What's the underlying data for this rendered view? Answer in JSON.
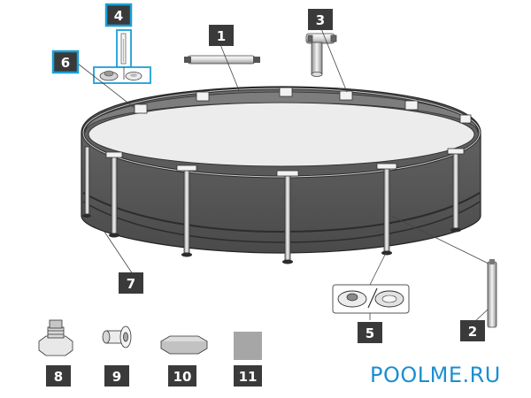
{
  "brand": {
    "text": "POOLME.RU",
    "color": "#1b8fd0"
  },
  "colors": {
    "badge": "#3a3a3a",
    "badge_highlight_border": "#1b9fd8",
    "wall": "#555555",
    "floor": "#e6e6e6",
    "gray_swatch": "#a6a6a6"
  },
  "callouts": [
    {
      "id": "1",
      "label": "1",
      "part": "top-rail"
    },
    {
      "id": "2",
      "label": "2",
      "part": "vertical-leg"
    },
    {
      "id": "3",
      "label": "3",
      "part": "t-joint"
    },
    {
      "id": "4",
      "label": "4",
      "part": "leg-pin",
      "highlighted": true
    },
    {
      "id": "5",
      "label": "5",
      "part": "leg-caps"
    },
    {
      "id": "6",
      "label": "6",
      "part": "pin-caps",
      "highlighted": true
    },
    {
      "id": "7",
      "label": "7",
      "part": "liner"
    },
    {
      "id": "8",
      "label": "8",
      "part": "drain-valve"
    },
    {
      "id": "9",
      "label": "9",
      "part": "plug"
    },
    {
      "id": "10",
      "label": "10",
      "part": "drain-cap"
    },
    {
      "id": "11",
      "label": "11",
      "part": "patch"
    }
  ]
}
